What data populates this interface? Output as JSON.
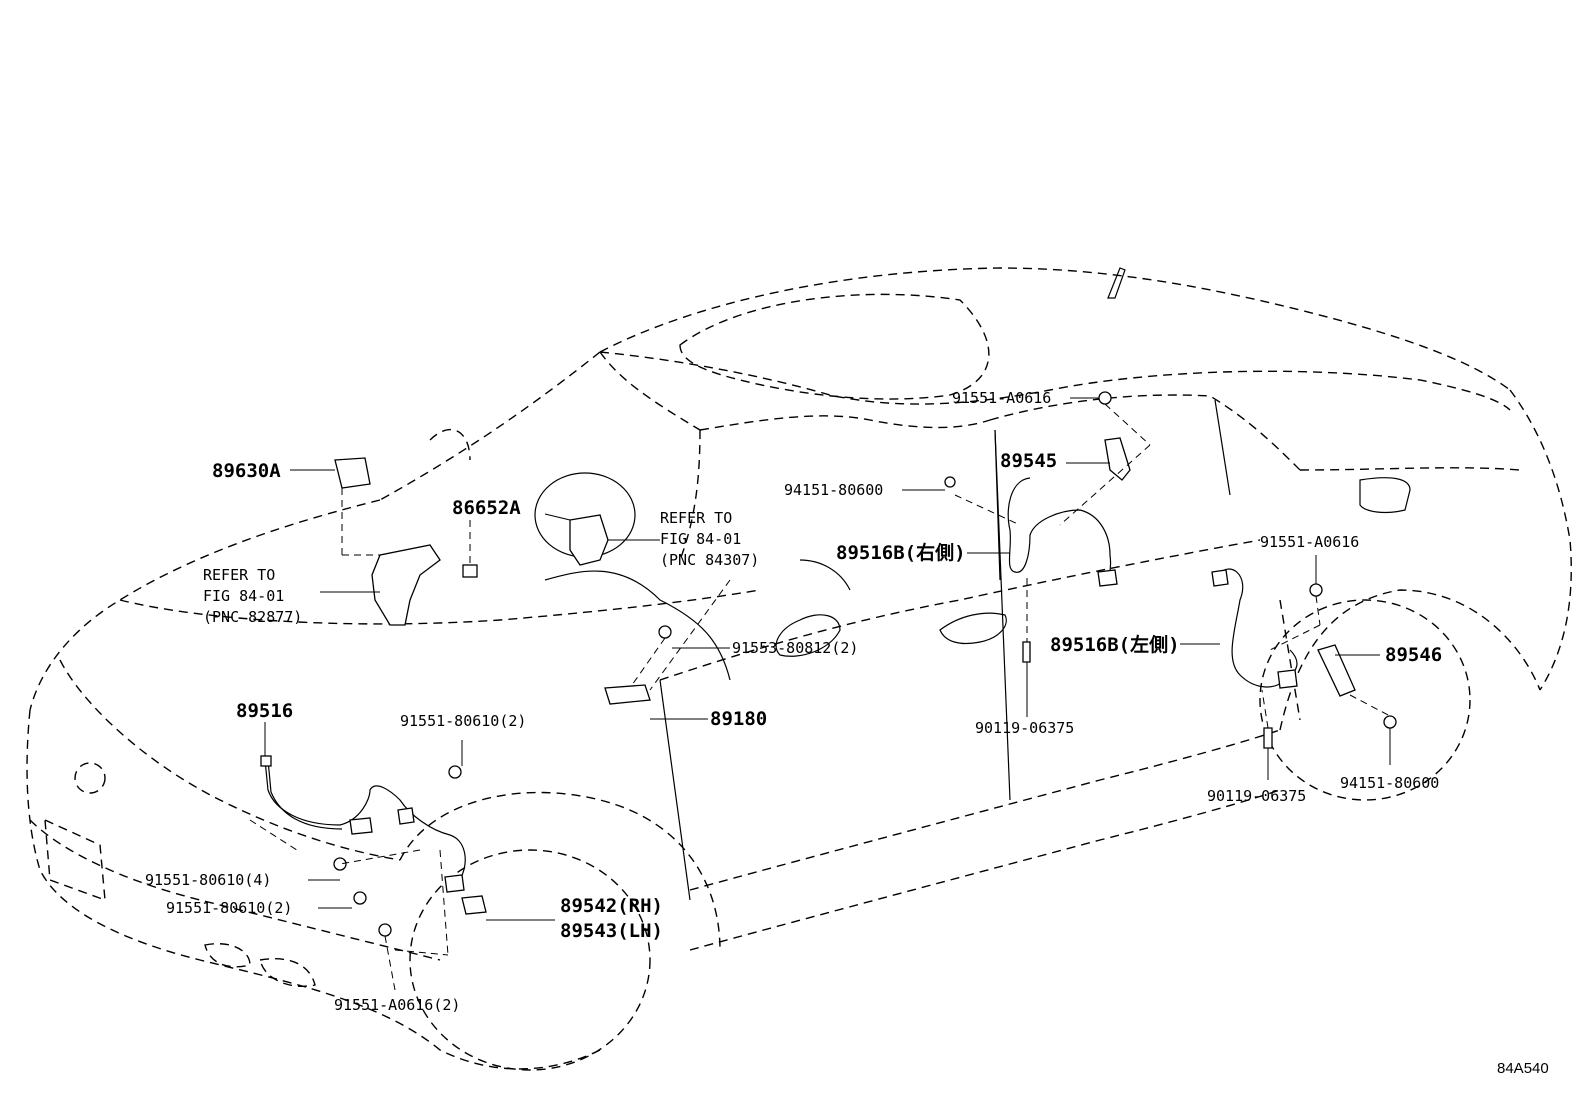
{
  "labels": {
    "p89630A": "89630A",
    "p86652A": "86652A",
    "refer_steer_1": "REFER TO",
    "refer_steer_2": "FIG 84-01",
    "refer_steer_3": "(PNC 84307)",
    "refer_left_1": "REFER TO",
    "refer_left_2": "FIG 84-01",
    "refer_left_3": "(PNC 82877)",
    "p89516": "89516",
    "p91551_80610_2_top": "91551-80610(2)",
    "p91553_80812": "91553-80812(2)",
    "p89180": "89180",
    "p91551_A0616_top": "91551-A0616",
    "p89545": "89545",
    "p94151_80600_top": "94151-80600",
    "p89516B_rh": "89516B(右側)",
    "p89516B_lh": "89516B(左側)",
    "p91551_A0616_right": "91551-A0616",
    "p89546": "89546",
    "p90119_center": "90119-06375",
    "p90119_rear": "90119-06375",
    "p94151_80600_rear": "94151-80600",
    "p91551_80610_4": "91551-80610(4)",
    "p91551_80610_2_low": "91551-80610(2)",
    "p89542": "89542(RH)",
    "p89543": "89543(LH)",
    "p91551_A0616_2": "91551-A0616(2)"
  },
  "figure_code": "84A540"
}
